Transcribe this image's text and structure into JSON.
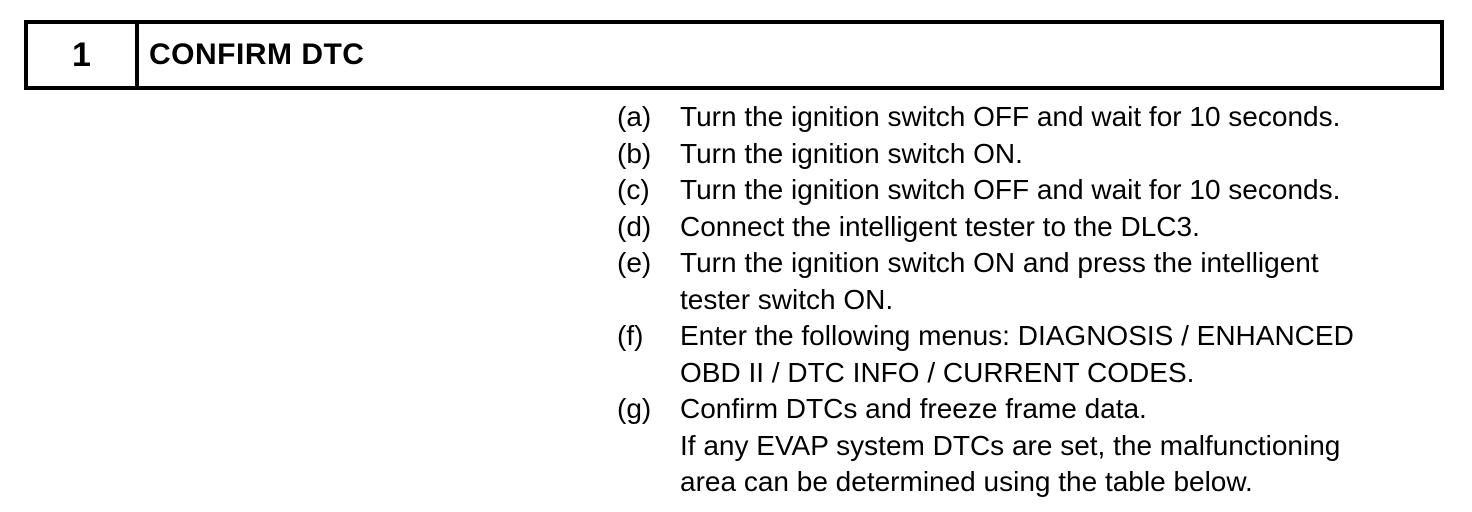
{
  "page": {
    "background_color": "#ffffff",
    "text_color": "#000000",
    "border_color": "#000000"
  },
  "step_header": {
    "number": "1",
    "title": "CONFIRM DTC"
  },
  "procedure": {
    "items": [
      {
        "marker": "(a)",
        "lines": [
          "Turn the ignition switch OFF and wait for 10 seconds."
        ]
      },
      {
        "marker": "(b)",
        "lines": [
          "Turn the ignition switch ON."
        ]
      },
      {
        "marker": "(c)",
        "lines": [
          "Turn the ignition switch OFF and wait for 10 seconds."
        ]
      },
      {
        "marker": "(d)",
        "lines": [
          "Connect the intelligent tester to the DLC3."
        ]
      },
      {
        "marker": "(e)",
        "lines": [
          "Turn the ignition switch ON and press the intelligent",
          "tester switch ON."
        ]
      },
      {
        "marker": "(f)",
        "lines": [
          "Enter the following menus: DIAGNOSIS / ENHANCED",
          "OBD II / DTC INFO / CURRENT CODES."
        ]
      },
      {
        "marker": "(g)",
        "lines": [
          "Confirm DTCs and freeze frame data.",
          "If any EVAP system DTCs are set, the malfunctioning",
          "area can be determined using the table below."
        ]
      }
    ]
  }
}
